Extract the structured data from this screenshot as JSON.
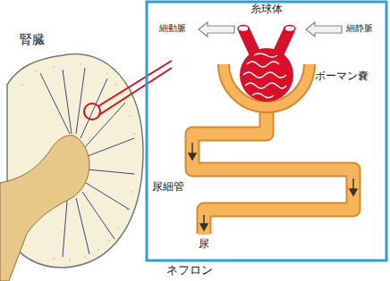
{
  "diagram": {
    "caption": "ネフロン",
    "labels": [
      "腎臓",
      "糸球体",
      "細動脈",
      "細静脈",
      "ボーマン嚢",
      "尿細管",
      "尿"
    ]
  }
}
